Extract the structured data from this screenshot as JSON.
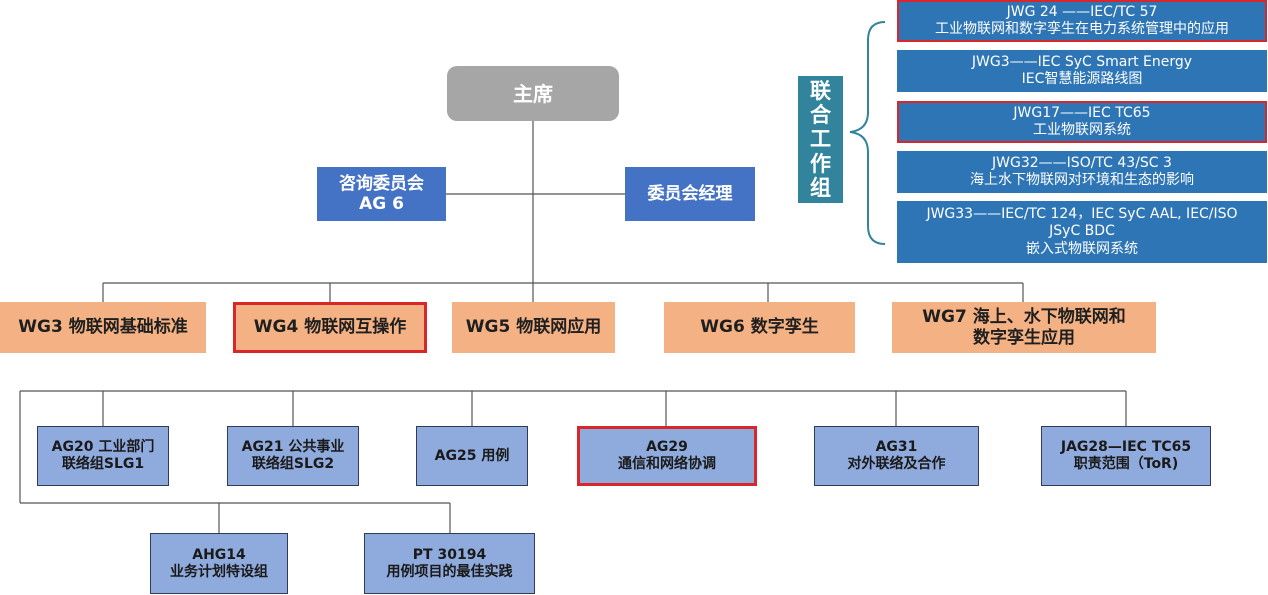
{
  "top": {
    "chair": "主席",
    "advisory": [
      "咨询委员会",
      "AG 6"
    ],
    "manager": "委员会经理"
  },
  "joint": {
    "label": "联合工作组",
    "items": [
      [
        "JWG 24 ——IEC/TC 57",
        "工业物联网和数字孪生在电力系统管理中的应用"
      ],
      [
        "JWG3——IEC SyC Smart Energy",
        "IEC智慧能源路线图"
      ],
      [
        "JWG17——IEC TC65",
        "工业物联网系统"
      ],
      [
        "JWG32——ISO/TC 43/SC 3",
        "海上水下物联网对环境和生态的影响"
      ],
      [
        "JWG33——IEC/TC 124，IEC SyC AAL, IEC/ISO",
        "JSyC BDC",
        "嵌入式物联网系统"
      ]
    ]
  },
  "wgs": [
    [
      "WG3 物联网基础标准"
    ],
    [
      "WG4 物联网互操作"
    ],
    [
      "WG5 物联网应用"
    ],
    [
      "WG6 数字孪生"
    ],
    [
      "WG7 海上、水下物联网和",
      "数字孪生应用"
    ]
  ],
  "ags": [
    [
      "AG20 工业部门",
      "联络组SLG1"
    ],
    [
      "AG21 公共事业",
      "联络组SLG2"
    ],
    [
      "AG25 用例"
    ],
    [
      "AG29",
      "通信和网络协调"
    ],
    [
      "AG31",
      "对外联络及合作"
    ],
    [
      "JAG28—IEC TC65",
      "职责范围（ToR)"
    ]
  ],
  "bottom": [
    [
      "AHG14",
      "业务计划特设组"
    ],
    [
      "PT 30194",
      "用例项目的最佳实践"
    ]
  ]
}
